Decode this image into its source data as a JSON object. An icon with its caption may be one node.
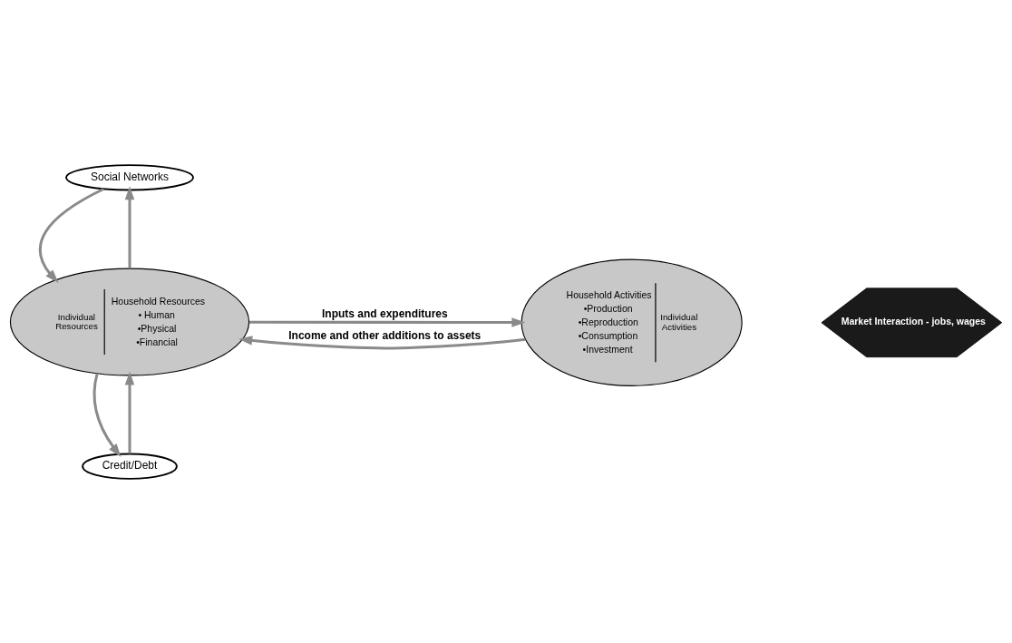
{
  "diagram": {
    "nodes": [
      {
        "text": [
          "Credit/Debt"
        ]
      },
      {
        "text": [
          "Individual Resources",
          "Household Resources",
          "• Human",
          "•Physical",
          "•Financial"
        ]
      },
      {
        "text": [
          "Household Activities",
          "•Production",
          "•Reproduction",
          "•Consumption",
          "•Investment",
          "Individual Activities"
        ]
      },
      {
        "text": [
          "Market Interaction - jobs, wages"
        ]
      },
      {
        "text": [
          "Social Networks"
        ]
      }
    ],
    "edges": [
      {
        "from": 0,
        "to": 1,
        "arrow": "to"
      },
      {
        "from": 1,
        "to": 0,
        "arrow": "to"
      },
      {
        "from": 1,
        "to": 2,
        "arrow": "to",
        "label": "Inputs and expenditures"
      },
      {
        "from": 2,
        "to": 1,
        "arrow": "to",
        "label": "Income and other additions to assets"
      },
      {
        "from": 1,
        "to": 4,
        "arrow": "to"
      },
      {
        "from": 4,
        "to": 1,
        "arrow": "to"
      }
    ]
  }
}
